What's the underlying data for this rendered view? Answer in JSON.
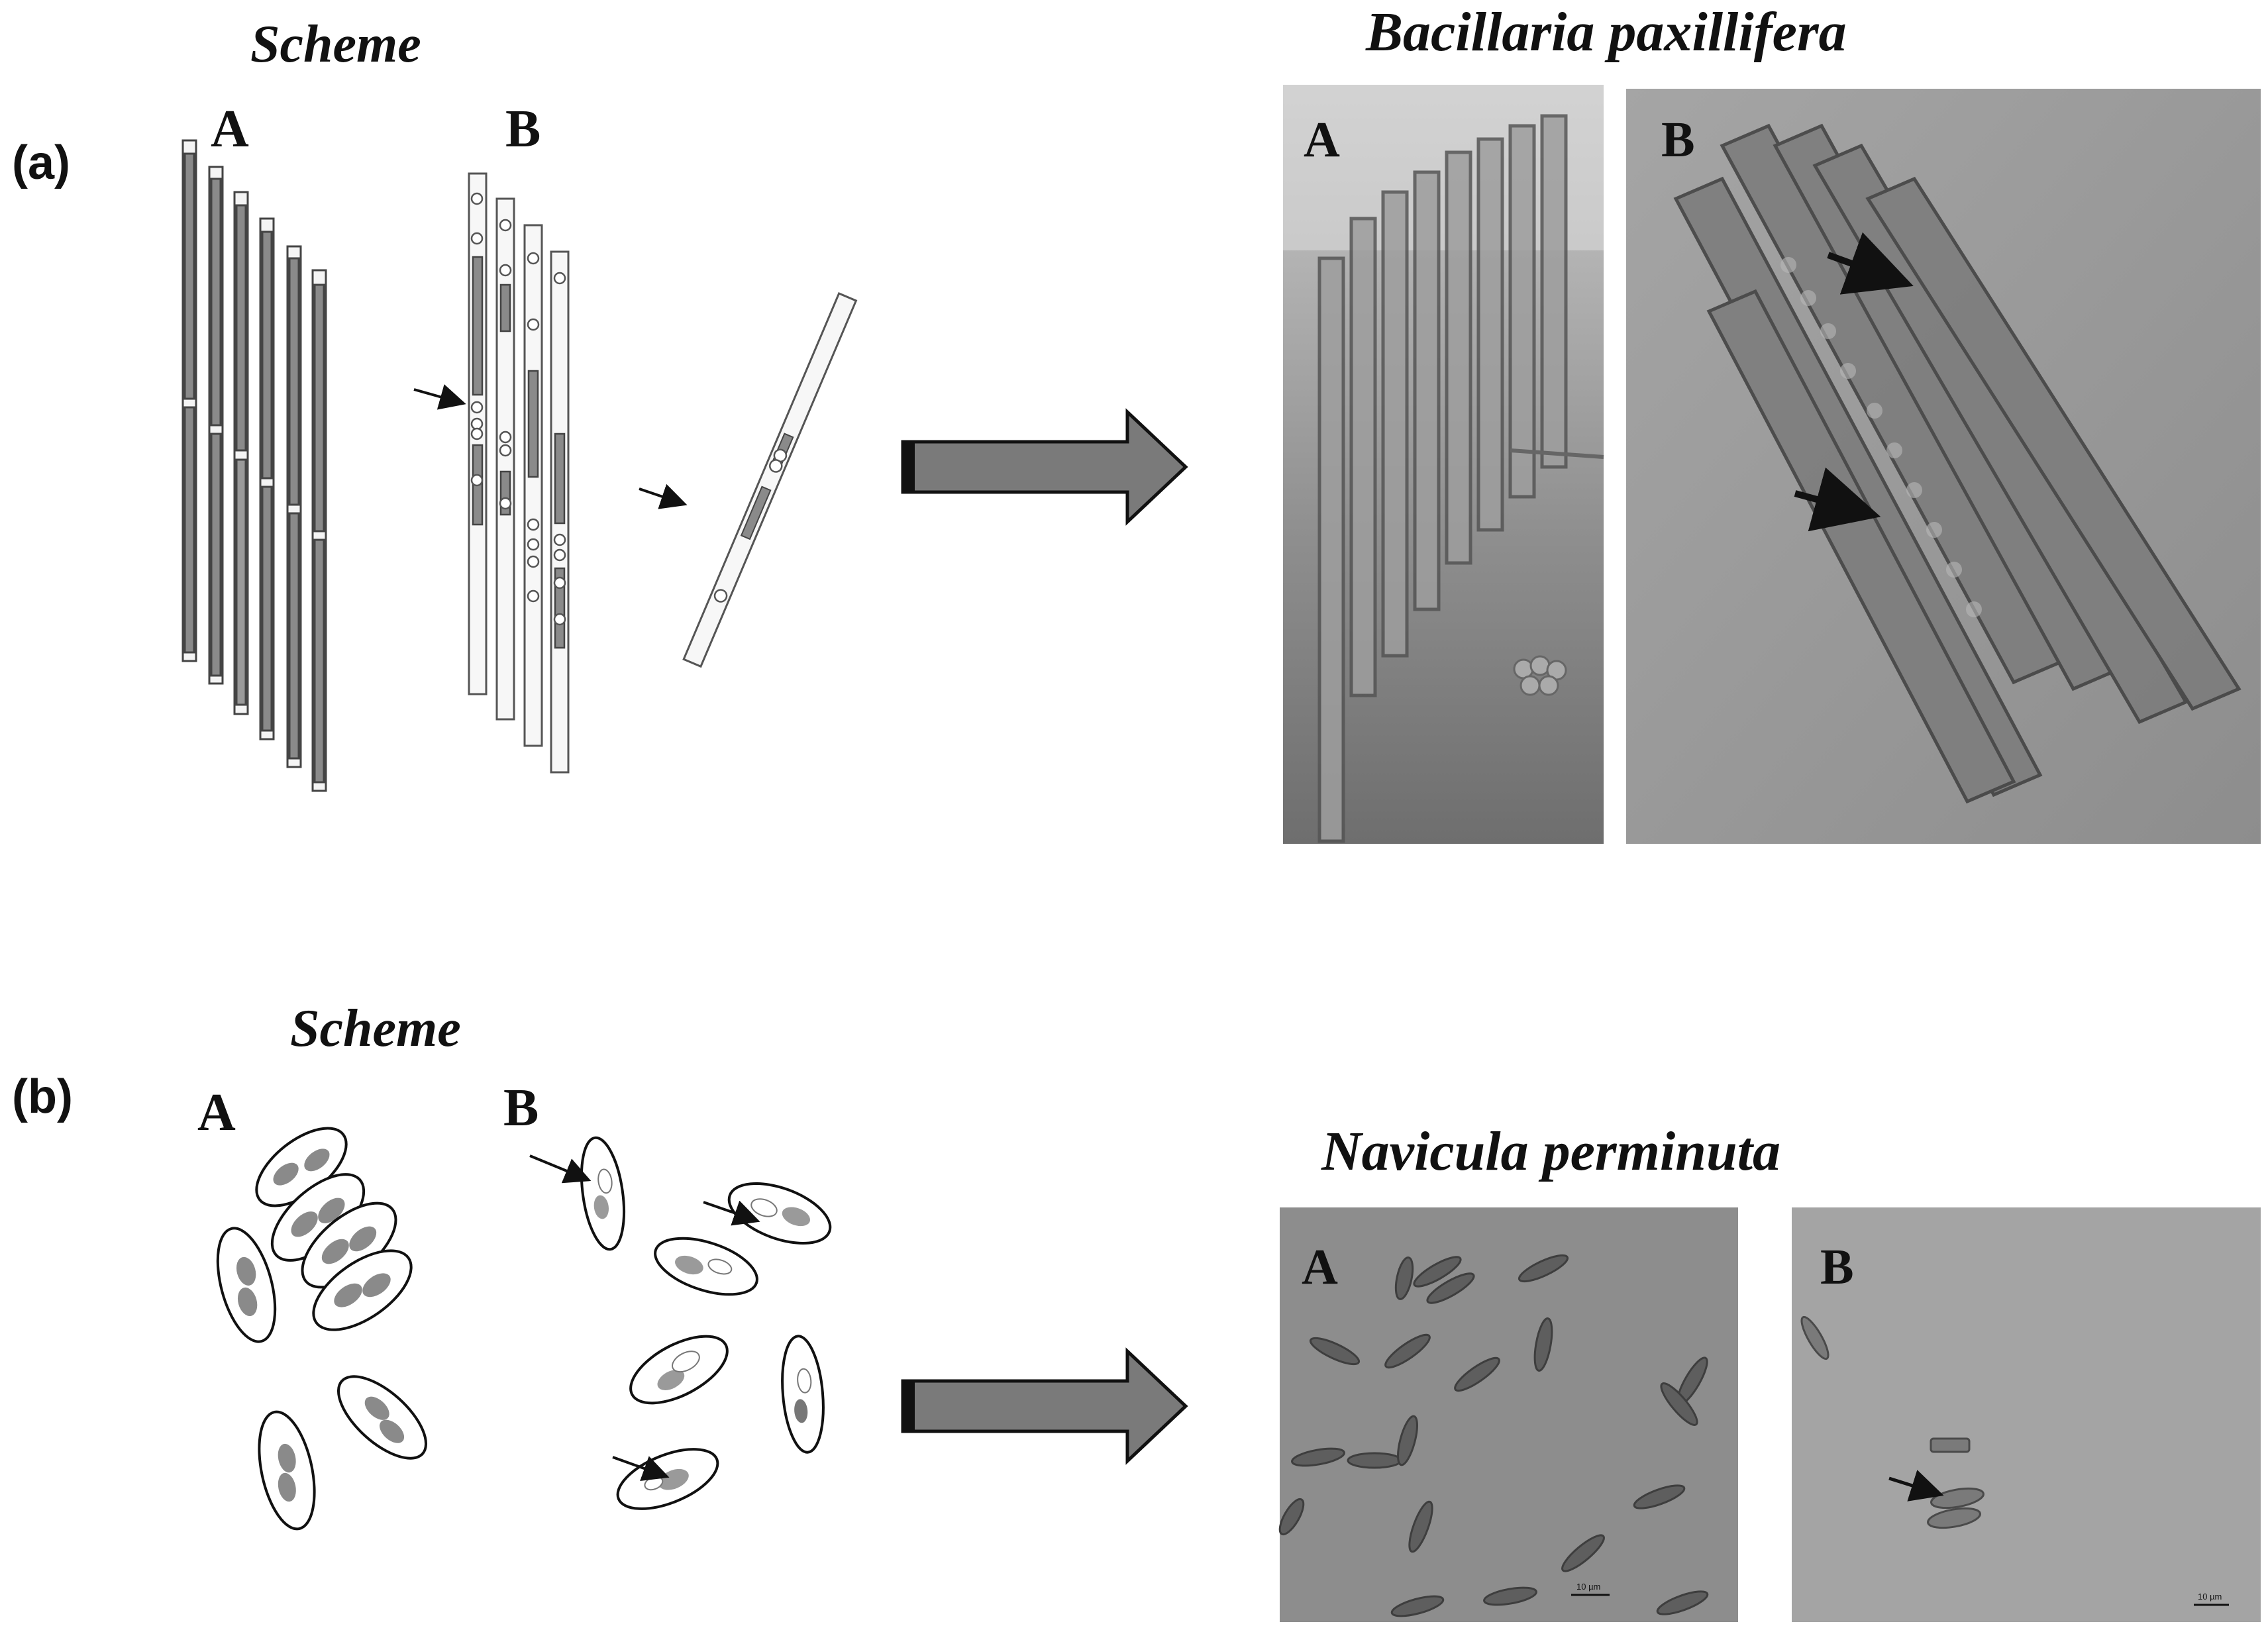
{
  "panel_a": {
    "label": "(a)",
    "scheme_title": "Scheme",
    "scheme_letter_a": "A",
    "scheme_letter_b": "B",
    "species_title": "Bacillaria paxillifera",
    "photo_letter_a": "A",
    "photo_letter_b": "B"
  },
  "panel_b": {
    "label": "(b)",
    "scheme_title": "Scheme",
    "scheme_letter_a": "A",
    "scheme_letter_b": "B",
    "species_title": "Navicula perminuta",
    "photo_letter_a": "A",
    "photo_letter_b": "B",
    "scale_bar_a": "10 µm",
    "scale_bar_b": "10 µm"
  },
  "colors": {
    "chloroplast": "#8a8a8a",
    "arrow_fill": "#7a7a7a",
    "photo_bg_dark": "#8c8c8c",
    "photo_bg_light": "#a8a8a8"
  }
}
